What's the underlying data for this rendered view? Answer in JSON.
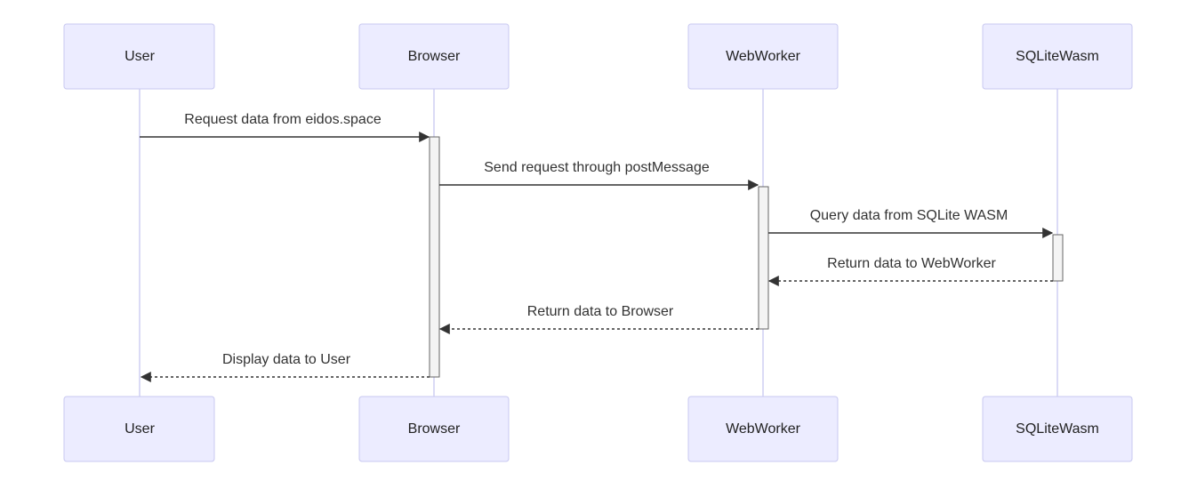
{
  "participants": [
    {
      "id": "user",
      "label": "User"
    },
    {
      "id": "browser",
      "label": "Browser"
    },
    {
      "id": "webworker",
      "label": "WebWorker"
    },
    {
      "id": "sqlitewasm",
      "label": "SQLiteWasm"
    }
  ],
  "messages": [
    {
      "from": "user",
      "to": "browser",
      "label": "Request data from eidos.space",
      "style": "solid"
    },
    {
      "from": "browser",
      "to": "webworker",
      "label": "Send request through postMessage",
      "style": "solid"
    },
    {
      "from": "webworker",
      "to": "sqlitewasm",
      "label": "Query data from SQLite WASM",
      "style": "solid"
    },
    {
      "from": "sqlitewasm",
      "to": "webworker",
      "label": "Return data to WebWorker",
      "style": "dashed"
    },
    {
      "from": "webworker",
      "to": "browser",
      "label": "Return data to Browser",
      "style": "dashed"
    },
    {
      "from": "browser",
      "to": "user",
      "label": "Display data to User",
      "style": "dashed"
    }
  ],
  "colors": {
    "actor_fill": "#ECECFF",
    "actor_stroke": "#c8c8f0",
    "lifeline": "#cfcff3",
    "arrow": "#333333"
  }
}
